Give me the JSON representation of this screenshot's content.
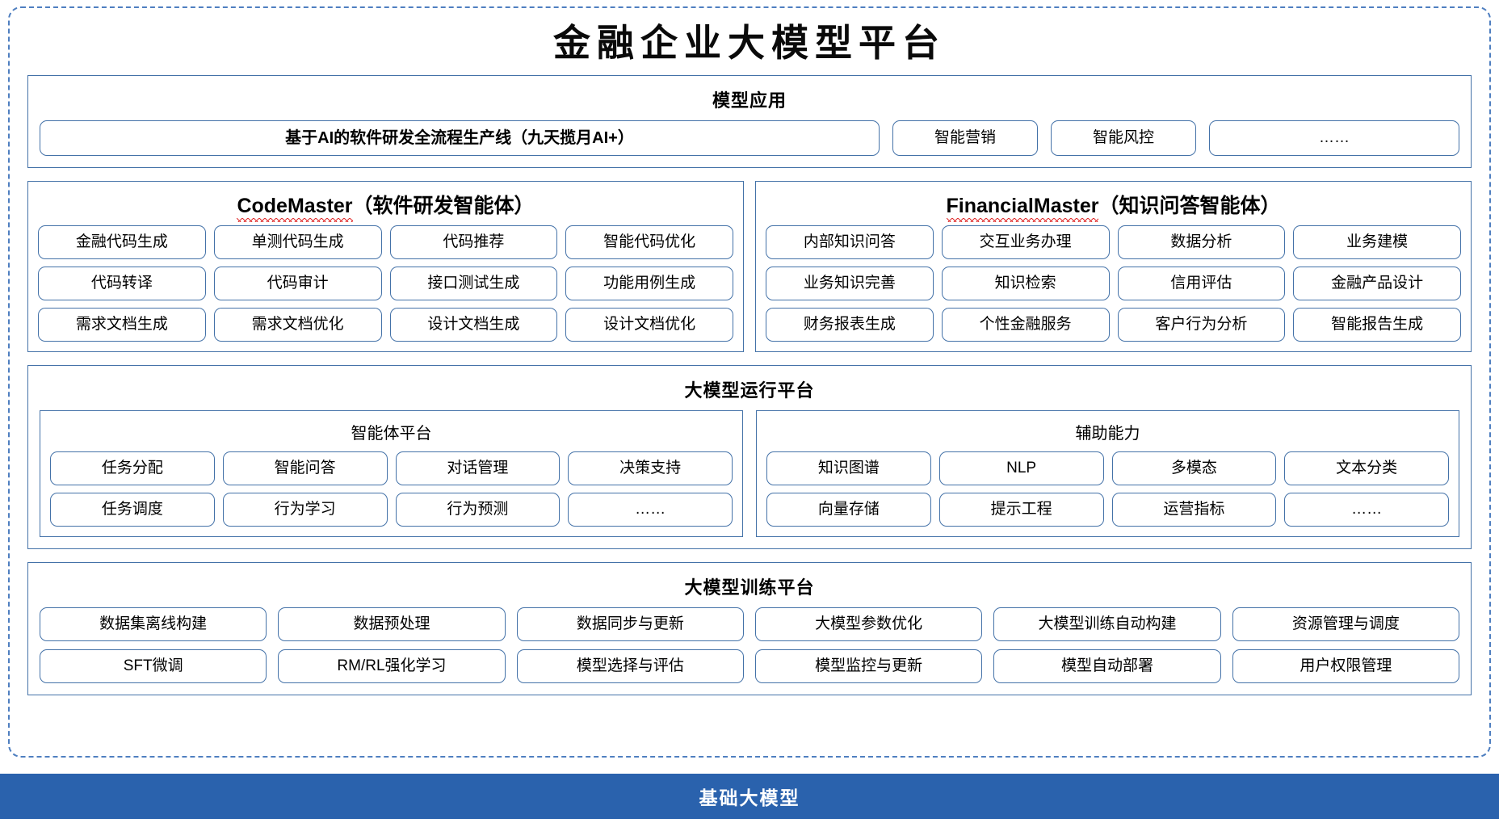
{
  "page": {
    "title": "金融企业大模型平台",
    "accent_border": "#4472a8",
    "dashed_border": "#4f7fc0",
    "footer_bg": "#2a62ad",
    "spellcheck_underline": "#e03030"
  },
  "model_application": {
    "title": "模型应用",
    "primary": "基于AI的软件研发全流程生产线（九天揽月AI+）",
    "items": [
      {
        "label": "智能营销"
      },
      {
        "label": "智能风控"
      },
      {
        "label": "……"
      }
    ]
  },
  "code_master": {
    "name": "CodeMaster",
    "suffix": "（软件研发智能体）",
    "items": [
      {
        "label": "金融代码生成"
      },
      {
        "label": "单测代码生成"
      },
      {
        "label": "代码推荐"
      },
      {
        "label": "智能代码优化"
      },
      {
        "label": "代码转译"
      },
      {
        "label": "代码审计"
      },
      {
        "label": "接口测试生成"
      },
      {
        "label": "功能用例生成"
      },
      {
        "label": "需求文档生成"
      },
      {
        "label": "需求文档优化"
      },
      {
        "label": "设计文档生成"
      },
      {
        "label": "设计文档优化"
      }
    ]
  },
  "financial_master": {
    "name": "FinancialMaster",
    "suffix": "（知识问答智能体）",
    "items": [
      {
        "label": "内部知识问答"
      },
      {
        "label": "交互业务办理"
      },
      {
        "label": "数据分析"
      },
      {
        "label": "业务建模"
      },
      {
        "label": "业务知识完善"
      },
      {
        "label": "知识检索"
      },
      {
        "label": "信用评估"
      },
      {
        "label": "金融产品设计"
      },
      {
        "label": "财务报表生成"
      },
      {
        "label": "个性金融服务"
      },
      {
        "label": "客户行为分析"
      },
      {
        "label": "智能报告生成"
      }
    ]
  },
  "run_platform": {
    "title": "大模型运行平台",
    "agent_platform": {
      "title": "智能体平台",
      "items": [
        {
          "label": "任务分配"
        },
        {
          "label": "智能问答"
        },
        {
          "label": "对话管理"
        },
        {
          "label": "决策支持"
        },
        {
          "label": "任务调度"
        },
        {
          "label": "行为学习"
        },
        {
          "label": "行为预测"
        },
        {
          "label": "……"
        }
      ]
    },
    "assist_capability": {
      "title": "辅助能力",
      "items": [
        {
          "label": "知识图谱"
        },
        {
          "label": "NLP"
        },
        {
          "label": "多模态"
        },
        {
          "label": "文本分类"
        },
        {
          "label": "向量存储"
        },
        {
          "label": "提示工程"
        },
        {
          "label": "运营指标"
        },
        {
          "label": "……"
        }
      ]
    }
  },
  "training_platform": {
    "title": "大模型训练平台",
    "items": [
      {
        "label": "数据集离线构建"
      },
      {
        "label": "数据预处理"
      },
      {
        "label": "数据同步与更新"
      },
      {
        "label": "大模型参数优化"
      },
      {
        "label": "大模型训练自动构建"
      },
      {
        "label": "资源管理与调度"
      },
      {
        "label": "SFT微调"
      },
      {
        "label": "RM/RL强化学习"
      },
      {
        "label": "模型选择与评估"
      },
      {
        "label": "模型监控与更新"
      },
      {
        "label": "模型自动部署"
      },
      {
        "label": "用户权限管理"
      }
    ]
  },
  "footer": {
    "label": "基础大模型"
  }
}
